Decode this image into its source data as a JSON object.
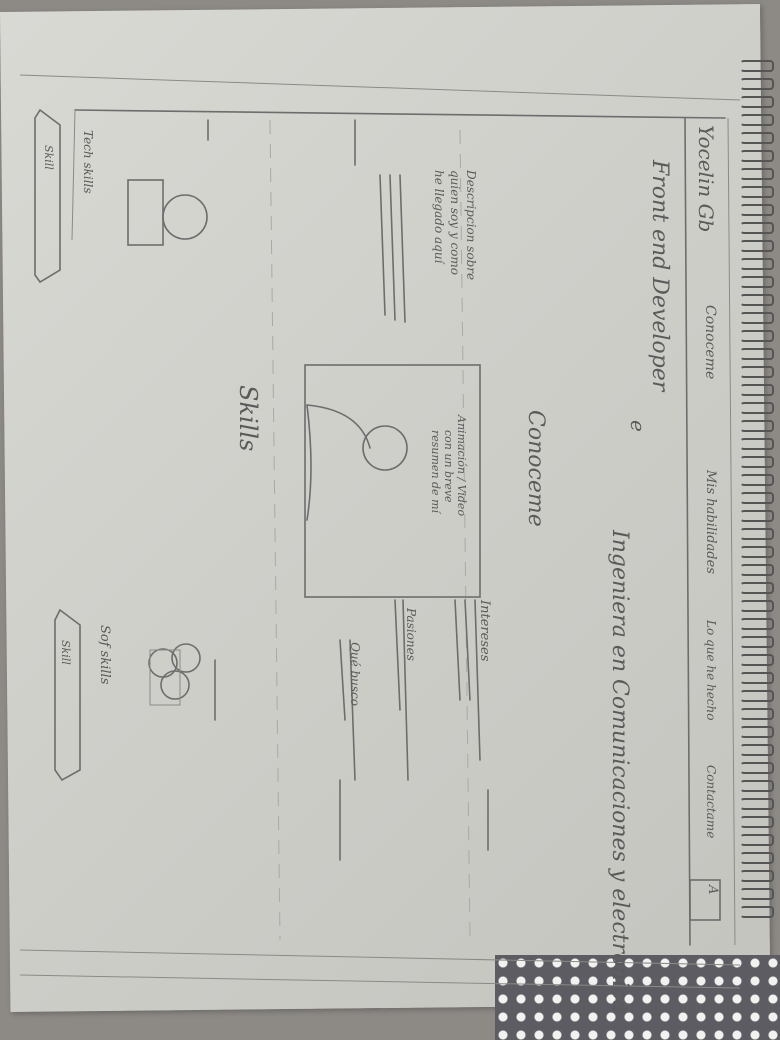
{
  "header": {
    "logo": "Yocelin Gb",
    "nav": [
      "Conoceme",
      "Mis habilidades",
      "Lo que he hecho",
      "Contactame"
    ],
    "lang_toggle": "A"
  },
  "hero": {
    "title": "Front end Developer",
    "connector": "e",
    "subtitle": "Ingeniera en Comunicaciones y electronica",
    "description_lines": [
      "Descripcion sobre",
      "quien soy y como",
      "he llegado aquí"
    ]
  },
  "about": {
    "heading": "Conoceme",
    "video_text": [
      "Animación / Video",
      "con un breve",
      "resumen de mí"
    ],
    "fields": [
      "Intereses",
      "Pasiones",
      "Qué busco"
    ]
  },
  "skills": {
    "heading": "Skills",
    "tech_banner": [
      "Tech skills",
      "Skill"
    ],
    "soft_label": "Sof skills",
    "soft_banner": "Skill"
  }
}
